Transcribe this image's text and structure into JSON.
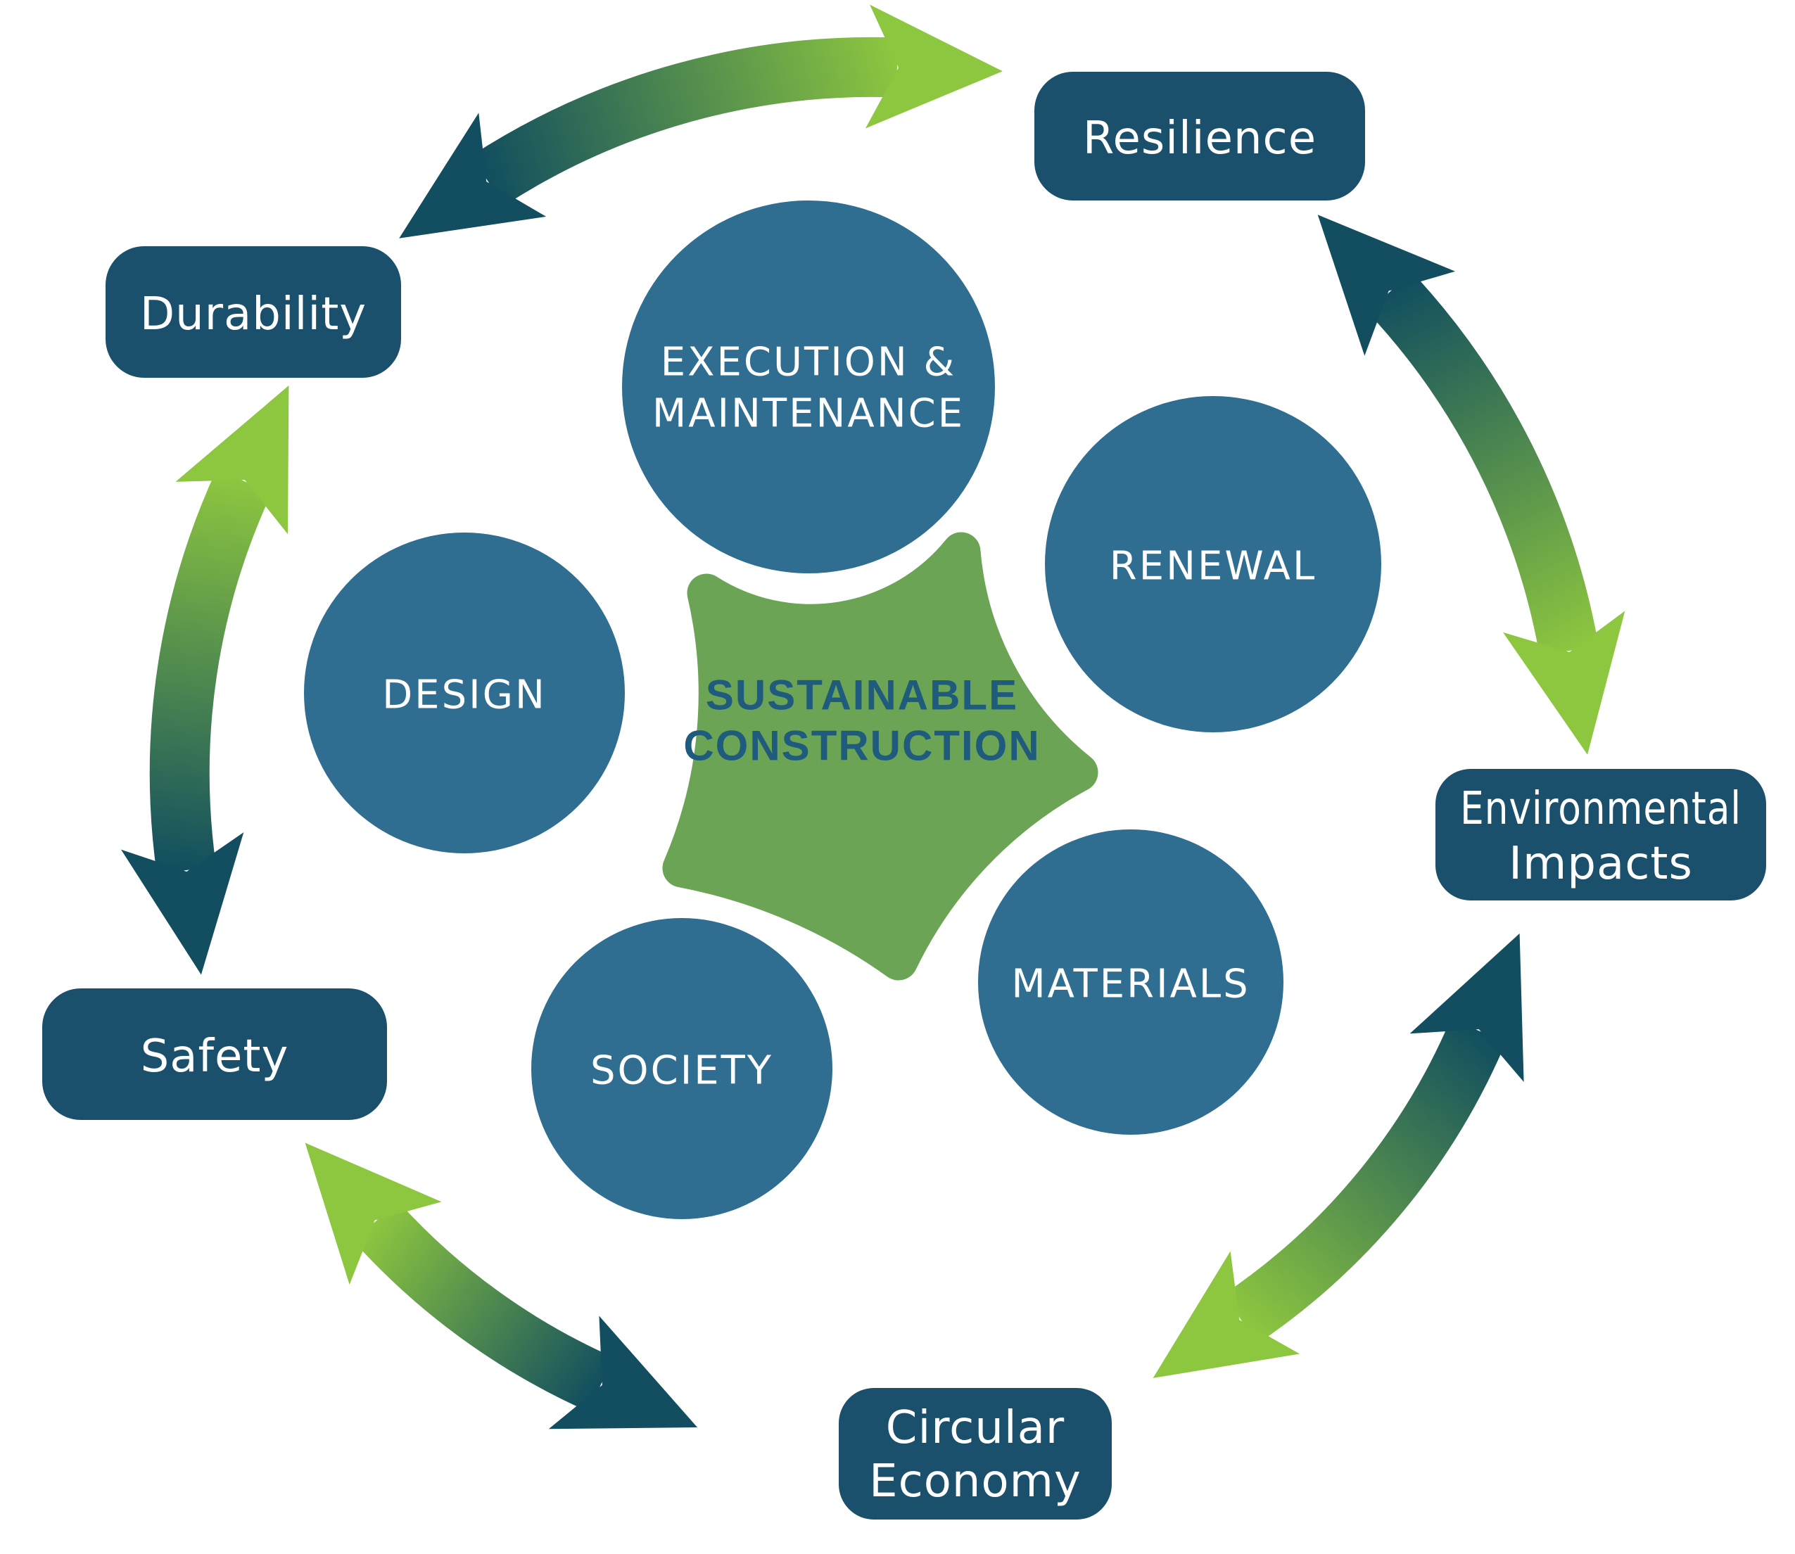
{
  "diagram": {
    "title_center": {
      "line1": "SUSTAINABLE",
      "line2": "CONSTRUCTION"
    },
    "process_circles": {
      "execution_line1": "EXECUTION &",
      "execution_line2": "MAINTENANCE",
      "renewal": "RENEWAL",
      "design": "DESIGN",
      "materials": "MATERIALS",
      "society": "SOCIETY"
    },
    "outer_labels": {
      "durability": "Durability",
      "resilience": "Resilience",
      "environmental_line1": "Environmental",
      "environmental_line2": "Impacts",
      "safety": "Safety",
      "circular_line1": "Circular",
      "circular_line2": "Economy"
    },
    "colors": {
      "circle_blue": "#2F6E90",
      "label_teal": "#1A506C",
      "gear_green": "#6BA455",
      "center_text": "#1F5B7D",
      "arrow_dark": "#124E5F",
      "arrow_green": "#8DC63F",
      "text_white": "#FFFFFF"
    }
  }
}
